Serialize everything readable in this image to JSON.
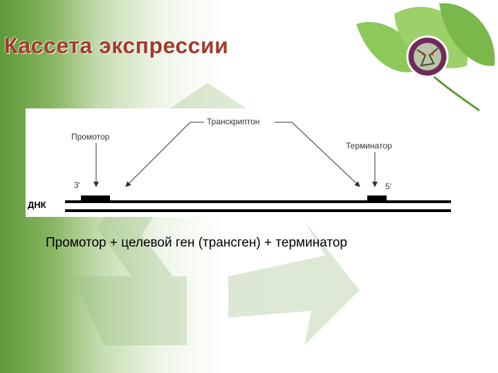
{
  "slide": {
    "title": "Кассета экспрессии",
    "formula": "Промотор + целевой ген (трансген) + терминатор"
  },
  "diagram": {
    "labels": {
      "promoter": "Промотор",
      "transcripton": "Транскриптон",
      "terminator": "Терминатор",
      "end_3": "3'",
      "end_5": "5'",
      "dna": "ДНК"
    }
  },
  "colors": {
    "title": "#a03c2e",
    "background_green": "#5f9a3a",
    "dna_line": "#000000",
    "leaf_green": "#7cc04a"
  },
  "icons": [
    "recycle-watermark-icon",
    "leaf-logo-icon",
    "dragon-emblem-icon"
  ]
}
